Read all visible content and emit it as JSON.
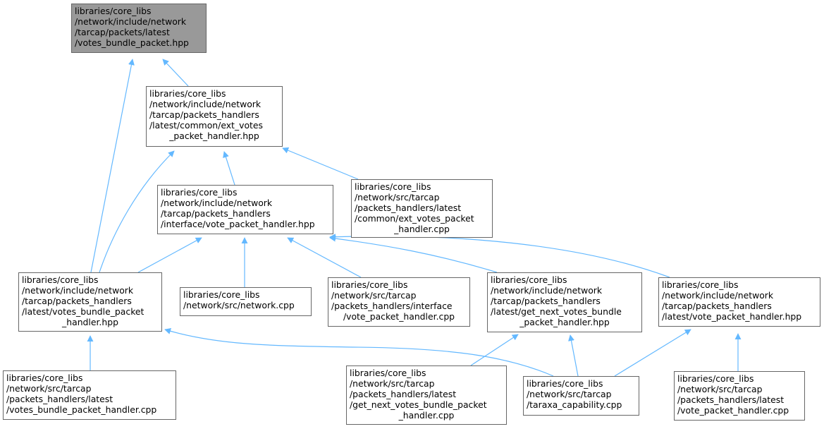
{
  "colors": {
    "edge": "#63b8ff",
    "node_border": "#666666",
    "root_fill": "#999999",
    "node_fill": "#ffffff",
    "text": "#000000"
  },
  "nodes": [
    {
      "id": "n0",
      "lines": [
        "libraries/core_libs",
        "/network/include/network",
        "/tarcap/packets/latest",
        "/votes_bundle_packet.hpp"
      ],
      "align": [
        "l",
        "l",
        "l",
        "l"
      ]
    },
    {
      "id": "n1",
      "lines": [
        "libraries/core_libs",
        "/network/include/network",
        "/tarcap/packets_handlers",
        "/latest/common/ext_votes",
        "_packet_handler.hpp"
      ],
      "align": [
        "l",
        "l",
        "l",
        "l",
        "c"
      ]
    },
    {
      "id": "n2",
      "lines": [
        "libraries/core_libs",
        "/network/include/network",
        "/tarcap/packets_handlers",
        "/interface/vote_packet_handler.hpp"
      ],
      "align": [
        "l",
        "l",
        "l",
        "l"
      ]
    },
    {
      "id": "n3",
      "lines": [
        "libraries/core_libs",
        "/network/src/tarcap",
        "/packets_handlers/latest",
        "/common/ext_votes_packet",
        "_handler.cpp"
      ],
      "align": [
        "l",
        "l",
        "l",
        "l",
        "c"
      ]
    },
    {
      "id": "n4",
      "lines": [
        "libraries/core_libs",
        "/network/include/network",
        "/tarcap/packets_handlers",
        "/latest/votes_bundle_packet",
        "_handler.hpp"
      ],
      "align": [
        "l",
        "l",
        "l",
        "l",
        "c"
      ]
    },
    {
      "id": "n5",
      "lines": [
        "libraries/core_libs",
        "/network/src/network.cpp"
      ],
      "align": [
        "l",
        "l"
      ]
    },
    {
      "id": "n6",
      "lines": [
        "libraries/core_libs",
        "/network/src/tarcap",
        "/packets_handlers/interface",
        "/vote_packet_handler.cpp"
      ],
      "align": [
        "l",
        "l",
        "l",
        "c"
      ]
    },
    {
      "id": "n7",
      "lines": [
        "libraries/core_libs",
        "/network/include/network",
        "/tarcap/packets_handlers",
        "/latest/get_next_votes_bundle",
        "_packet_handler.hpp"
      ],
      "align": [
        "l",
        "l",
        "l",
        "l",
        "c"
      ]
    },
    {
      "id": "n8",
      "lines": [
        "libraries/core_libs",
        "/network/include/network",
        "/tarcap/packets_handlers",
        "/latest/vote_packet_handler.hpp"
      ],
      "align": [
        "l",
        "l",
        "l",
        "l"
      ]
    },
    {
      "id": "n9",
      "lines": [
        "libraries/core_libs",
        "/network/src/tarcap",
        "/packets_handlers/latest",
        "/votes_bundle_packet_handler.cpp"
      ],
      "align": [
        "l",
        "l",
        "l",
        "l"
      ]
    },
    {
      "id": "n10",
      "lines": [
        "libraries/core_libs",
        "/network/src/tarcap",
        "/packets_handlers/latest",
        "/get_next_votes_bundle_packet",
        "_handler.cpp"
      ],
      "align": [
        "l",
        "l",
        "l",
        "l",
        "c"
      ]
    },
    {
      "id": "n11",
      "lines": [
        "libraries/core_libs",
        "/network/src/tarcap",
        "/taraxa_capability.cpp"
      ],
      "align": [
        "l",
        "l",
        "l"
      ]
    },
    {
      "id": "n12",
      "lines": [
        "libraries/core_libs",
        "/network/src/tarcap",
        "/packets_handlers/latest",
        "/vote_packet_handler.cpp"
      ],
      "align": [
        "l",
        "l",
        "l",
        "l"
      ]
    }
  ],
  "edges": [
    {
      "from": "n1",
      "to": "n0"
    },
    {
      "from": "n4",
      "to": "n0"
    },
    {
      "from": "n2",
      "to": "n1"
    },
    {
      "from": "n3",
      "to": "n1"
    },
    {
      "from": "n4",
      "to": "n1"
    },
    {
      "from": "n4",
      "to": "n2"
    },
    {
      "from": "n5",
      "to": "n2"
    },
    {
      "from": "n6",
      "to": "n2"
    },
    {
      "from": "n7",
      "to": "n2"
    },
    {
      "from": "n8",
      "to": "n2"
    },
    {
      "from": "n9",
      "to": "n4"
    },
    {
      "from": "n11",
      "to": "n4"
    },
    {
      "from": "n10",
      "to": "n7"
    },
    {
      "from": "n11",
      "to": "n7"
    },
    {
      "from": "n11",
      "to": "n8"
    },
    {
      "from": "n12",
      "to": "n8"
    }
  ]
}
